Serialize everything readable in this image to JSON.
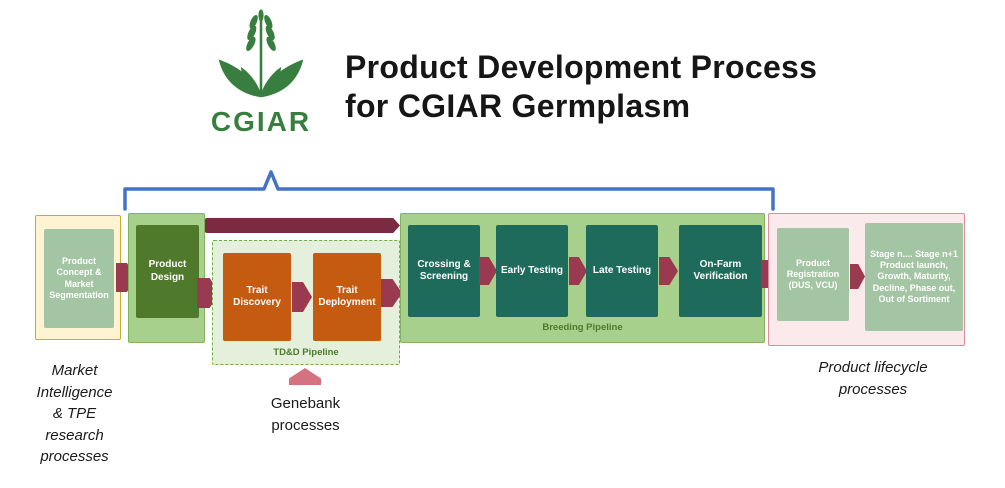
{
  "header": {
    "logo_text": "CGIAR",
    "title": "Product Development Process\nfor CGIAR Germplasm"
  },
  "flow": {
    "product_concept": {
      "label": "Product Concept & Market Segmentation"
    },
    "product_design": {
      "label": "Product Design"
    },
    "tdd": {
      "label": "TD&D Pipeline",
      "trait_discovery": "Trait Discovery",
      "trait_deployment": "Trait Deployment"
    },
    "breeding": {
      "label": "Breeding Pipeline",
      "stages": [
        "Crossing & Screening",
        "Early Testing",
        "Late Testing",
        "On-Farm Verification"
      ]
    },
    "registration": {
      "label": "Product Registration (DUS, VCU)"
    },
    "lifecycle": {
      "label": "Stage n.... Stage n+1\nProduct launch,\nGrowth, Maturity,\nDecline, Phase out,\nOut of Sortiment"
    }
  },
  "captions": {
    "market": "Market\nIntelligence\n& TPE\nresearch\nprocesses",
    "genebank": "Genebank\nprocesses",
    "lifecycle": "Product lifecycle\nprocesses"
  },
  "colors": {
    "cgiar_green": "#377E3F",
    "container_green": "#A8D08D",
    "dark_green_box": "#4F7A2B",
    "teal_box": "#1F6B5B",
    "orange_box": "#C55A11",
    "sage_box": "#A4C5A3",
    "arrow_maroon": "#9A3A50",
    "top_bar_maroon": "#7A2B42",
    "yellow_fill": "#FFF4D1",
    "yellow_border": "#CDA932",
    "pink_fill": "#FBEAEC",
    "pink_border": "#DD8C9C",
    "bracket_blue": "#4473C5",
    "genebank_arrow": "#D4737F",
    "tdd_fill": "#E4F0DB",
    "tdd_border": "#70AD47"
  }
}
